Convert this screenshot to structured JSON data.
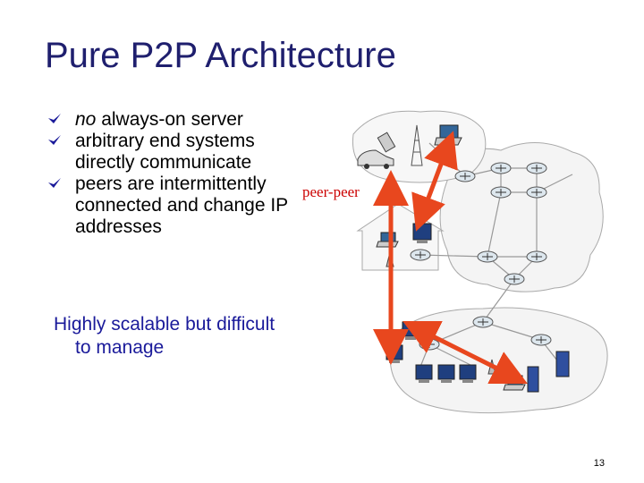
{
  "slide": {
    "title": "Pure P2P Architecture",
    "bullets": [
      {
        "emph": "no",
        "rest": " always-on server"
      },
      {
        "emph": "",
        "rest": "arbitrary end systems",
        "cont": "directly communicate"
      },
      {
        "emph": "",
        "rest": "peers are intermittently",
        "cont": "connected and change IP",
        "cont2": "addresses"
      }
    ],
    "peer_label": "peer-peer",
    "note_line1": "Highly scalable but difficult",
    "note_line2": "to manage",
    "page_number": "13"
  },
  "colors": {
    "title": "#1f1f6e",
    "bullet_mark": "#1a1a9a",
    "arrow": "#e8471e",
    "note": "#1a1a9a"
  }
}
